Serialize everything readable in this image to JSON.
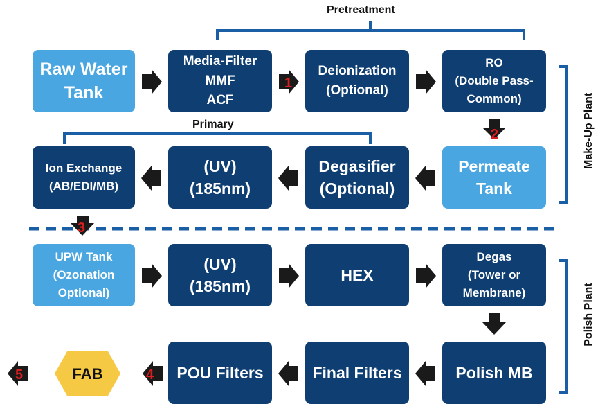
{
  "labels": {
    "pretreatment": "Pretreatment",
    "primary": "Primary",
    "makeup_plant": "Make-Up Plant",
    "polish_plant": "Polish Plant"
  },
  "boxes": {
    "raw_water_tank": [
      "Raw Water",
      "Tank"
    ],
    "media_filter": [
      "Media-Filter",
      "MMF",
      "ACF"
    ],
    "deionization": [
      "Deionization",
      "(Optional)"
    ],
    "ro": [
      "RO",
      "(Double Pass-",
      "Common)"
    ],
    "permeate_tank": [
      "Permeate",
      "Tank"
    ],
    "degasifier": [
      "Degasifier",
      "(Optional)"
    ],
    "uv_primary": [
      "(UV)",
      "(185nm)"
    ],
    "ion_exchange": [
      "Ion Exchange",
      "(AB/EDI/MB)"
    ],
    "upw_tank": [
      "UPW Tank",
      "(Ozonation",
      "Optional)"
    ],
    "uv_polish": [
      "(UV)",
      "(185nm)"
    ],
    "hex": [
      "HEX"
    ],
    "degas": [
      "Degas",
      "(Tower or",
      "Membrane)"
    ],
    "polish_mb": [
      "Polish MB"
    ],
    "final_filters": [
      "Final Filters"
    ],
    "pou_filters": [
      "POU Filters"
    ],
    "fab": "FAB"
  },
  "markers": [
    "1",
    "2",
    "3",
    "4",
    "5"
  ],
  "colors": {
    "dark_box": "#0f3e72",
    "light_box": "#4aa6e0",
    "bracket": "#1a5ea6",
    "marker": "#d91e1e",
    "fab_hexagon": "#f6c945",
    "arrow": "#1a1a1a"
  }
}
